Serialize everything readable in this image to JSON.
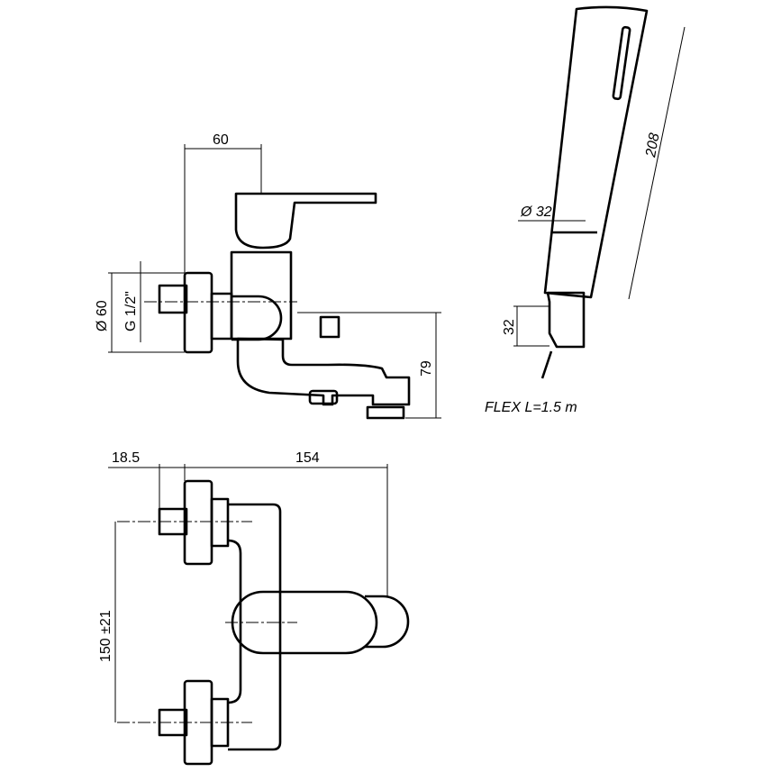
{
  "side_view": {
    "dim_width": "60",
    "dim_diameter": "Ø 60",
    "dim_thread": "G 1/2\"",
    "dim_height": "79"
  },
  "hand_shower": {
    "dim_diameter": "Ø 32",
    "dim_length": "208",
    "dim_holder": "32",
    "hose_label": "FLEX L=1.5 m"
  },
  "top_view": {
    "dim_offset": "18.5",
    "dim_depth": "154",
    "dim_centers": "150 ±21"
  }
}
